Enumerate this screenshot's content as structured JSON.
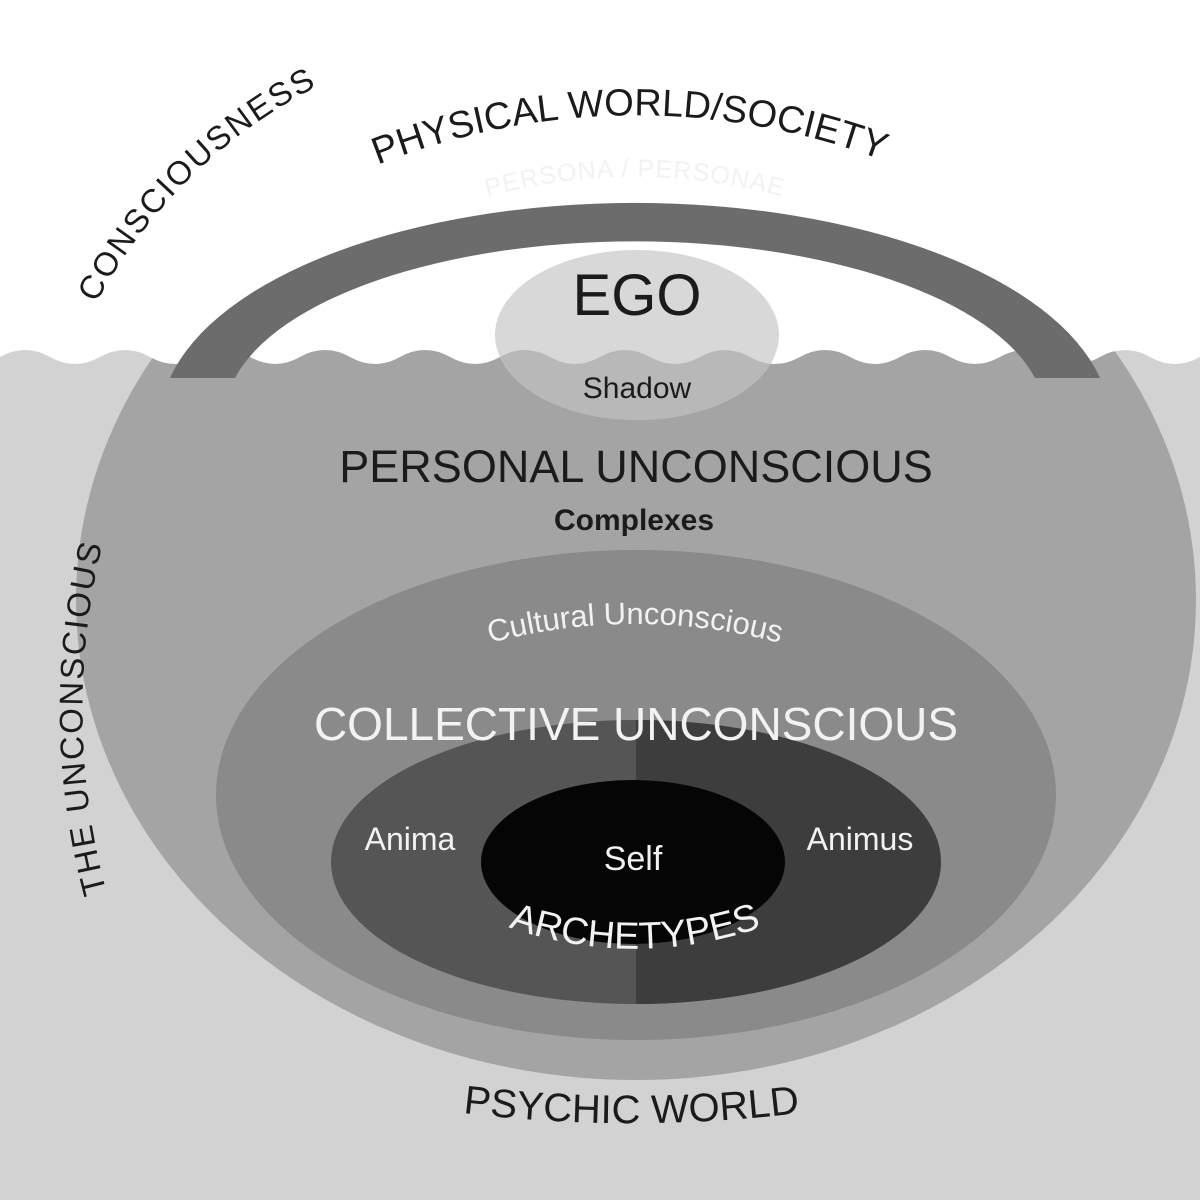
{
  "labels": {
    "consciousness": "CONSCIOUSNESS",
    "physical_world": "PHYSICAL WORLD/SOCIETY",
    "persona": "PERSONA / PERSONAE",
    "ego": "EGO",
    "shadow": "Shadow",
    "personal_unconscious": "PERSONAL UNCONSCIOUS",
    "complexes": "Complexes",
    "cultural_unconscious": "Cultural Unconscious",
    "collective_unconscious": "COLLECTIVE UNCONSCIOUS",
    "anima": "Anima",
    "animus": "Animus",
    "self": "Self",
    "archetypes": "ARCHETYPES",
    "the_unconscious": "THE UNCONSCIOUS",
    "psychic_world": "PSYCHIC WORLD"
  },
  "colors": {
    "background": "#ffffff",
    "unconscious_sea": "#d2d2d2",
    "personal_unconscious": "#a4a4a4",
    "persona_arc": "#6c6c6c",
    "ego": "#d8d8d8",
    "cultural_unconscious": "#8a8a8a",
    "collective_left": "#555555",
    "collective_right": "#3d3d3d",
    "self": "#050505"
  }
}
